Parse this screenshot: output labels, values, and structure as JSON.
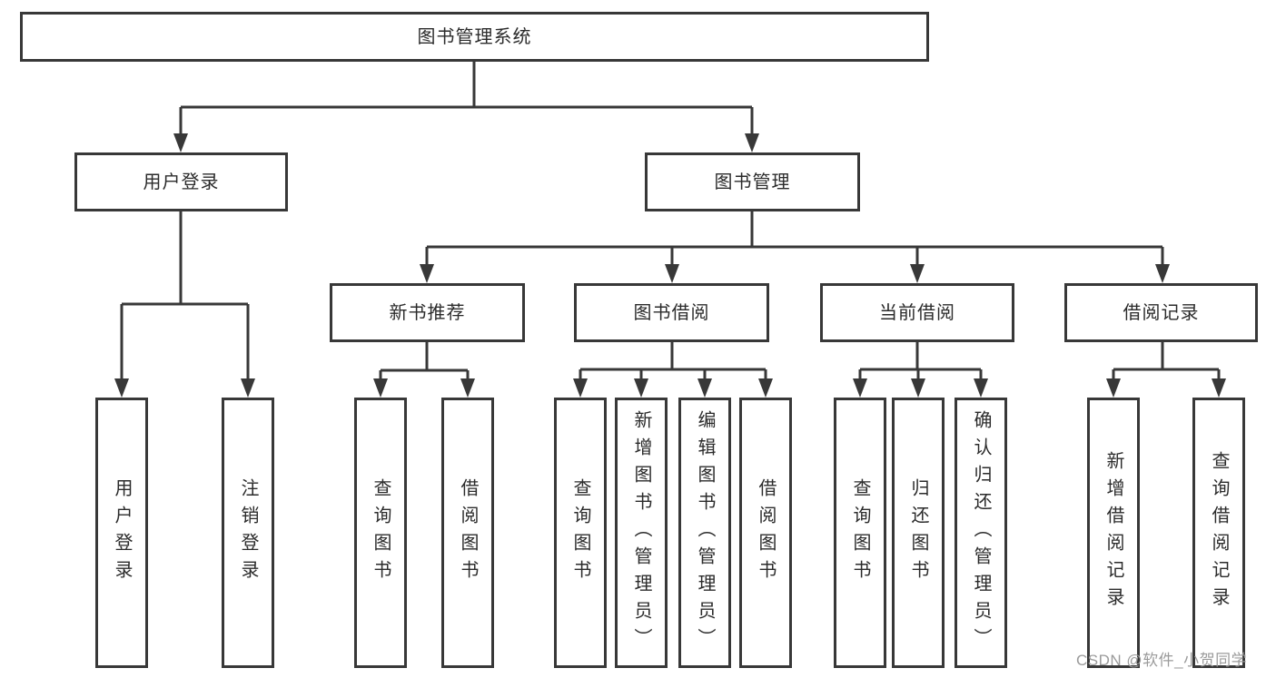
{
  "tree": {
    "label": "图书管理系统",
    "children": [
      {
        "label": "用户登录",
        "children": [
          {
            "label": "用户登录"
          },
          {
            "label": "注销登录"
          }
        ]
      },
      {
        "label": "图书管理",
        "children": [
          {
            "label": "新书推荐",
            "children": [
              {
                "label": "查询图书"
              },
              {
                "label": "借阅图书"
              }
            ]
          },
          {
            "label": "图书借阅",
            "children": [
              {
                "label": "查询图书"
              },
              {
                "label": "新增图书（管理员）"
              },
              {
                "label": "编辑图书（管理员）"
              },
              {
                "label": "借阅图书"
              }
            ]
          },
          {
            "label": "当前借阅",
            "children": [
              {
                "label": "查询图书"
              },
              {
                "label": "归还图书"
              },
              {
                "label": "确认归还（管理员）"
              }
            ]
          },
          {
            "label": "借阅记录",
            "children": [
              {
                "label": "新增借阅记录"
              },
              {
                "label": "查询借阅记录"
              }
            ]
          }
        ]
      }
    ]
  },
  "watermark": {
    "text": "CSDN @软件_小贺同学"
  },
  "colors": {
    "line": "#383838",
    "text": "#2b2b2b",
    "watermark": "#9b9b9b",
    "background": "#ffffff"
  }
}
